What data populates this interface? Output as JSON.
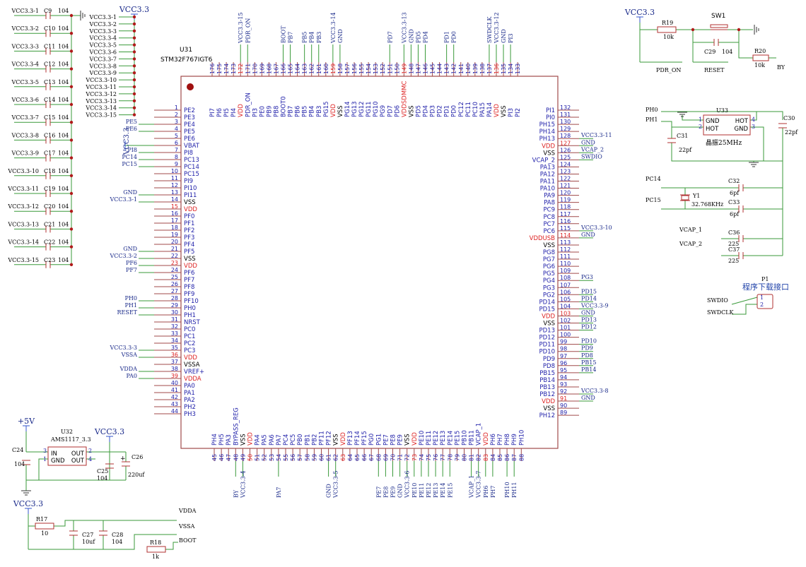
{
  "colors": {
    "wire": "#3a9a3a",
    "body": "#a04a4a",
    "text": "#000000",
    "pin_label": "#2222aa",
    "pin_num": "#2222aa",
    "power_pin": "#dd2222",
    "net_label": "#1a2a8a"
  },
  "chip": {
    "ref": "U31",
    "value": "STM32F767IGT6",
    "left_pins": [
      {
        "n": "1",
        "l": "PE2"
      },
      {
        "n": "2",
        "l": "PE3"
      },
      {
        "n": "3",
        "l": "PE4",
        "net": "PE5"
      },
      {
        "n": "4",
        "l": "PE5",
        "net": "PE6"
      },
      {
        "n": "5",
        "l": "PE6"
      },
      {
        "n": "6",
        "l": "VBAT"
      },
      {
        "n": "7",
        "l": "PI8",
        "net": "PI8"
      },
      {
        "n": "8",
        "l": "PC13",
        "net": "PC14"
      },
      {
        "n": "9",
        "l": "PC14",
        "net": "PC15"
      },
      {
        "n": "10",
        "l": "PC15"
      },
      {
        "n": "11",
        "l": "PI9"
      },
      {
        "n": "12",
        "l": "PI10"
      },
      {
        "n": "13",
        "l": "PI11",
        "net": "GND"
      },
      {
        "n": "14",
        "l": "VSS",
        "net": "VCC3.3-1"
      },
      {
        "n": "15",
        "l": "VDD"
      },
      {
        "n": "16",
        "l": "PF0"
      },
      {
        "n": "17",
        "l": "PF1"
      },
      {
        "n": "18",
        "l": "PF2"
      },
      {
        "n": "19",
        "l": "PF3"
      },
      {
        "n": "20",
        "l": "PF4"
      },
      {
        "n": "21",
        "l": "PF5",
        "net": "GND"
      },
      {
        "n": "22",
        "l": "VSS",
        "net": "VCC3.3-2"
      },
      {
        "n": "23",
        "l": "VDD",
        "net": "PF6"
      },
      {
        "n": "24",
        "l": "PF6",
        "net": "PF7"
      },
      {
        "n": "25",
        "l": "PF7"
      },
      {
        "n": "26",
        "l": "PF8"
      },
      {
        "n": "27",
        "l": "PF9"
      },
      {
        "n": "28",
        "l": "PF10",
        "net": "PH0"
      },
      {
        "n": "29",
        "l": "PH0",
        "net": "PH1"
      },
      {
        "n": "30",
        "l": "PH1",
        "net": "RESET"
      },
      {
        "n": "31",
        "l": "NRST"
      },
      {
        "n": "32",
        "l": "PC0"
      },
      {
        "n": "33",
        "l": "PC1"
      },
      {
        "n": "34",
        "l": "PC2"
      },
      {
        "n": "35",
        "l": "PC3",
        "net": "VCC3.3-3"
      },
      {
        "n": "36",
        "l": "VDD",
        "net": "VSSA"
      },
      {
        "n": "37",
        "l": "VSSA"
      },
      {
        "n": "38",
        "l": "VREF+",
        "net": "VDDA"
      },
      {
        "n": "39",
        "l": "VDDA",
        "net": "PA0"
      },
      {
        "n": "40",
        "l": "PA0"
      },
      {
        "n": "41",
        "l": "PA1"
      },
      {
        "n": "42",
        "l": "PA2"
      },
      {
        "n": "43",
        "l": "PH2"
      },
      {
        "n": "44",
        "l": "PH3"
      }
    ],
    "bottom_pins": [
      {
        "n": "45",
        "l": "PH4"
      },
      {
        "n": "46",
        "l": "PH5"
      },
      {
        "n": "47",
        "l": "PA3"
      },
      {
        "n": "48",
        "l": "BYPASS_REG",
        "net": "BY"
      },
      {
        "n": "49",
        "l": "VSS",
        "net": "VCC3.3-4"
      },
      {
        "n": "50",
        "l": "VDD"
      },
      {
        "n": "51",
        "l": "PA4"
      },
      {
        "n": "52",
        "l": "PA5"
      },
      {
        "n": "53",
        "l": "PA6"
      },
      {
        "n": "54",
        "l": "PA7",
        "net": "PA7"
      },
      {
        "n": "55",
        "l": "PC4"
      },
      {
        "n": "56",
        "l": "PC5"
      },
      {
        "n": "57",
        "l": "PB0"
      },
      {
        "n": "58",
        "l": "PB1"
      },
      {
        "n": "59",
        "l": "PB2"
      },
      {
        "n": "60",
        "l": "PF11"
      },
      {
        "n": "61",
        "l": "PF12",
        "net": "GND"
      },
      {
        "n": "62",
        "l": "VSS",
        "net": "VCC3.3-5"
      },
      {
        "n": "63",
        "l": "VDD"
      },
      {
        "n": "64",
        "l": "PF13"
      },
      {
        "n": "65",
        "l": "PF14"
      },
      {
        "n": "66",
        "l": "PF15"
      },
      {
        "n": "67",
        "l": "PG0"
      },
      {
        "n": "68",
        "l": "PG1",
        "net": "PE7"
      },
      {
        "n": "69",
        "l": "PE7",
        "net": "PE8"
      },
      {
        "n": "70",
        "l": "PE8",
        "net": "PE9"
      },
      {
        "n": "71",
        "l": "PE9",
        "net": "GND"
      },
      {
        "n": "72",
        "l": "VSS",
        "net": "VCC3.3-6"
      },
      {
        "n": "73",
        "l": "VDD",
        "net": "PE10"
      },
      {
        "n": "74",
        "l": "PE10",
        "net": "PE11"
      },
      {
        "n": "75",
        "l": "PE11",
        "net": "PE12"
      },
      {
        "n": "76",
        "l": "PE12",
        "net": "PE13"
      },
      {
        "n": "77",
        "l": "PE13",
        "net": "PE14"
      },
      {
        "n": "78",
        "l": "PE14",
        "net": "PE15"
      },
      {
        "n": "79",
        "l": "PE15"
      },
      {
        "n": "80",
        "l": "PB10"
      },
      {
        "n": "81",
        "l": "PB11",
        "net": "VCAP_1"
      },
      {
        "n": "82",
        "l": "VCAP_1",
        "net": "VCC3.3-7"
      },
      {
        "n": "83",
        "l": "VDD",
        "net": "PH6"
      },
      {
        "n": "84",
        "l": "PH6",
        "net": "PH7"
      },
      {
        "n": "85",
        "l": "PH7"
      },
      {
        "n": "86",
        "l": "PH8",
        "net": "PH10"
      },
      {
        "n": "87",
        "l": "PH9",
        "net": "PH11"
      },
      {
        "n": "88",
        "l": "PH10"
      }
    ],
    "right_pins": [
      {
        "n": "132",
        "l": "PI1"
      },
      {
        "n": "131",
        "l": "PI0"
      },
      {
        "n": "130",
        "l": "PH15"
      },
      {
        "n": "129",
        "l": "PH14"
      },
      {
        "n": "128",
        "l": "PH13",
        "net": "VCC3.3-11"
      },
      {
        "n": "127",
        "l": "VDD",
        "net": "GND"
      },
      {
        "n": "126",
        "l": "VSS",
        "net": "VCAP_2"
      },
      {
        "n": "125",
        "l": "VCAP_2",
        "net": "SWDIO"
      },
      {
        "n": "124",
        "l": "PA13"
      },
      {
        "n": "123",
        "l": "PA12"
      },
      {
        "n": "122",
        "l": "PA11"
      },
      {
        "n": "121",
        "l": "PA10"
      },
      {
        "n": "120",
        "l": "PA9"
      },
      {
        "n": "119",
        "l": "PA8"
      },
      {
        "n": "118",
        "l": "PC9"
      },
      {
        "n": "117",
        "l": "PC8"
      },
      {
        "n": "116",
        "l": "PC7"
      },
      {
        "n": "115",
        "l": "PC6",
        "net": "VCC3.3-10"
      },
      {
        "n": "114",
        "l": "VDDUSB",
        "net": "GND"
      },
      {
        "n": "113",
        "l": "VSS"
      },
      {
        "n": "112",
        "l": "PG8"
      },
      {
        "n": "111",
        "l": "PG7"
      },
      {
        "n": "110",
        "l": "PG6"
      },
      {
        "n": "109",
        "l": "PG5"
      },
      {
        "n": "108",
        "l": "PG4",
        "net": "PG3"
      },
      {
        "n": "107",
        "l": "PG3"
      },
      {
        "n": "106",
        "l": "PG2",
        "net": "PD15"
      },
      {
        "n": "105",
        "l": "PD14",
        "net": "PD14"
      },
      {
        "n": "104",
        "l": "PD15",
        "net": "VCC3.3-9"
      },
      {
        "n": "103",
        "l": "VDD",
        "net": "GND"
      },
      {
        "n": "102",
        "l": "VSS",
        "net": "PD13"
      },
      {
        "n": "101",
        "l": "PD13",
        "net": "PD12"
      },
      {
        "n": "100",
        "l": "PD12"
      },
      {
        "n": "99",
        "l": "PD11",
        "net": "PD10"
      },
      {
        "n": "98",
        "l": "PD10",
        "net": "PD9"
      },
      {
        "n": "97",
        "l": "PD9",
        "net": "PD8"
      },
      {
        "n": "96",
        "l": "PD8",
        "net": "PB15"
      },
      {
        "n": "95",
        "l": "PB15",
        "net": "PB14"
      },
      {
        "n": "94",
        "l": "PB14"
      },
      {
        "n": "93",
        "l": "PB13"
      },
      {
        "n": "92",
        "l": "PB12",
        "net": "VCC3.3-8"
      },
      {
        "n": "91",
        "l": "VDD",
        "net": "GND"
      },
      {
        "n": "90",
        "l": "VSS"
      },
      {
        "n": "89",
        "l": "PH12"
      }
    ],
    "top_pins": [
      {
        "n": "176",
        "l": "PI7"
      },
      {
        "n": "175",
        "l": "PI6"
      },
      {
        "n": "174",
        "l": "PI5"
      },
      {
        "n": "173",
        "l": "PI4"
      },
      {
        "n": "172",
        "l": "VDD",
        "net": "VCC3.3-15"
      },
      {
        "n": "171",
        "l": "PDR_ON",
        "net": "PDR_ON"
      },
      {
        "n": "170",
        "l": "PI3"
      },
      {
        "n": "169",
        "l": "PE0"
      },
      {
        "n": "168",
        "l": "PB9"
      },
      {
        "n": "167",
        "l": "PB8"
      },
      {
        "n": "166",
        "l": "BOOT0",
        "net": "BOOT"
      },
      {
        "n": "165",
        "l": "PB7",
        "net": "PB7"
      },
      {
        "n": "164",
        "l": "PB6"
      },
      {
        "n": "163",
        "l": "PB5",
        "net": "PB5"
      },
      {
        "n": "162",
        "l": "PB4",
        "net": "PB4"
      },
      {
        "n": "161",
        "l": "PB3",
        "net": "PB3"
      },
      {
        "n": "160",
        "l": "PG15"
      },
      {
        "n": "159",
        "l": "VDD",
        "net": "VCC3.3-14"
      },
      {
        "n": "158",
        "l": "VSS",
        "net": "GND"
      },
      {
        "n": "157",
        "l": "PG14"
      },
      {
        "n": "156",
        "l": "PG13"
      },
      {
        "n": "155",
        "l": "PG12"
      },
      {
        "n": "154",
        "l": "PG11"
      },
      {
        "n": "153",
        "l": "PG10"
      },
      {
        "n": "152",
        "l": "PG9"
      },
      {
        "n": "151",
        "l": "PD7",
        "net": "PD7"
      },
      {
        "n": "150",
        "l": "PD6"
      },
      {
        "n": "149",
        "l": "VDDSDMMC",
        "net": "VCC3.3-13"
      },
      {
        "n": "148",
        "l": "VSS",
        "net": "GND"
      },
      {
        "n": "147",
        "l": "PD5",
        "net": "PD5"
      },
      {
        "n": "146",
        "l": "PD4",
        "net": "PD4"
      },
      {
        "n": "145",
        "l": "PD3"
      },
      {
        "n": "144",
        "l": "PD2"
      },
      {
        "n": "143",
        "l": "PD1",
        "net": "PD1"
      },
      {
        "n": "142",
        "l": "PD0",
        "net": "PD0"
      },
      {
        "n": "141",
        "l": "PC12"
      },
      {
        "n": "140",
        "l": "PC11"
      },
      {
        "n": "139",
        "l": "PC10"
      },
      {
        "n": "138",
        "l": "PA15"
      },
      {
        "n": "137",
        "l": "PA14",
        "net": "SWDCLK"
      },
      {
        "n": "136",
        "l": "VDD",
        "net": "VCC3.3-12"
      },
      {
        "n": "135",
        "l": "VSS",
        "net": "GND"
      },
      {
        "n": "134",
        "l": "PI3",
        "net": "PI3"
      },
      {
        "n": "133",
        "l": "PI2"
      }
    ]
  },
  "decoupling": {
    "caps": [
      {
        "net": "VCC3.3-1",
        "ref": "C9",
        "val": "104"
      },
      {
        "net": "VCC3.3-2",
        "ref": "C10",
        "val": "104"
      },
      {
        "net": "VCC3.3-3",
        "ref": "C11",
        "val": "104"
      },
      {
        "net": "VCC3.3-4",
        "ref": "C12",
        "val": "104"
      },
      {
        "net": "VCC3.3-5",
        "ref": "C13",
        "val": "104"
      },
      {
        "net": "VCC3.3-6",
        "ref": "C14",
        "val": "104"
      },
      {
        "net": "VCC3.3-7",
        "ref": "C15",
        "val": "104"
      },
      {
        "net": "VCC3.3-8",
        "ref": "C16",
        "val": "104"
      },
      {
        "net": "VCC3.3-9",
        "ref": "C17",
        "val": "104"
      },
      {
        "net": "VCC3.3-10",
        "ref": "C18",
        "val": "104"
      },
      {
        "net": "VCC3.3-11",
        "ref": "C19",
        "val": "104"
      },
      {
        "net": "VCC3.3-12",
        "ref": "C20",
        "val": "104"
      },
      {
        "net": "VCC3.3-13",
        "ref": "C21",
        "val": "104"
      },
      {
        "net": "VCC3.3-14",
        "ref": "C22",
        "val": "104"
      },
      {
        "net": "VCC3.3-15",
        "ref": "C23",
        "val": "104"
      }
    ],
    "bus_power": "VCC3.3",
    "bus_nets": [
      "VCC3.3-1",
      "VCC3.3-2",
      "VCC3.3-3",
      "VCC3.3-4",
      "VCC3.3-5",
      "VCC3.3-6",
      "VCC3.3-7",
      "VCC3.3-8",
      "VCC3.3-9",
      "VCC3.3-10",
      "VCC3.3-11",
      "VCC3.3-12",
      "VCC3.3-13",
      "VCC3.3-14",
      "VCC3.3-15"
    ]
  },
  "labels": {
    "vcc33": "VCC3.3",
    "vcc5": "+5V",
    "vbat_power": "VCC3.3",
    "by_net": "BY",
    "pdr_on": "PDR_ON",
    "reset": "RESET",
    "r19": "R19",
    "r19_val": "10k",
    "sw1": "SW1",
    "c29": "C29",
    "c29_val": "104",
    "r20": "R20",
    "r20_val": "10k",
    "u33": "U33",
    "u33_gnd": "GND",
    "u33_hot1": "HOT",
    "u33_hot2": "HOT",
    "u33_gnd2": "GND",
    "u33_p1": "1",
    "u33_p2": "2",
    "u33_p3": "3",
    "u33_p4": "4",
    "ph0": "PH0",
    "ph1": "PH1",
    "c30": "C30",
    "c30_val": "22pf",
    "c31": "C31",
    "c31_val": "22pf",
    "xtal_25": "晶振25MHz",
    "pc14": "PC14",
    "pc15": "PC15",
    "y1": "Y1",
    "y1_val": "32.768KHz",
    "c32": "C32",
    "c32_val": "6pf",
    "c33": "C33",
    "c33_val": "6pf",
    "vcap1": "VCAP_1",
    "vcap2": "VCAP_2",
    "c36": "C36",
    "c36_val": "225",
    "c37": "C37",
    "c37_val": "225",
    "p1": "P1",
    "p1_title": "程序下载接口",
    "p1_pin1": "1",
    "p1_pin2": "2",
    "swdio": "SWDIO",
    "swdclk": "SWDCLK",
    "u32": "U32",
    "u32_val": "AMS1117_3.3",
    "u32_in": "IN",
    "u32_gnd": "GND",
    "u32_out1": "OUT",
    "u32_out2": "OUT",
    "u32_p3": "3",
    "u32_p1": "1",
    "u32_p2": "2",
    "u32_p4": "4",
    "c24": "C24",
    "c24_val": "104",
    "c25": "C25",
    "c25_val": "104",
    "c26": "C26",
    "c26_val": "220uf",
    "r17": "R17",
    "r17_val": "10",
    "c27": "C27",
    "c27_val": "10uf",
    "c28": "C28",
    "c28_val": "104",
    "r18": "R18",
    "r18_val": "1k",
    "vdda": "VDDA",
    "vssa": "VSSA",
    "boot": "BOOT"
  }
}
